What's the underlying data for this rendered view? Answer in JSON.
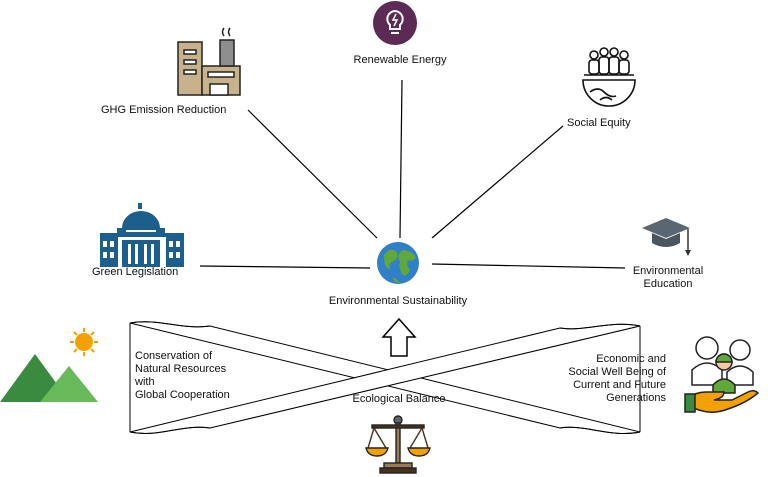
{
  "diagram": {
    "center": {
      "label": "Environmental Sustainability",
      "icon": "globe-icon"
    },
    "nodes": [
      {
        "id": "renewable-energy",
        "label": "Renewable Energy",
        "icon": "lightbulb-icon"
      },
      {
        "id": "ghg-emission-reduction",
        "label": "GHG Emission Reduction",
        "icon": "factory-icon"
      },
      {
        "id": "social-equity",
        "label": "Social Equity",
        "icon": "people-globe-icon"
      },
      {
        "id": "green-legislation",
        "label": "Green Legislation",
        "icon": "capitol-building-icon"
      },
      {
        "id": "environmental-education",
        "label": "Environmental\nEducation",
        "icon": "graduation-cap-icon"
      }
    ],
    "base": {
      "left_text": "Conservation of\nNatural Resources\nwith\nGlobal Cooperation",
      "right_text": "Economic and\nSocial Well Being of\nCurrent and Future\nGenerations",
      "center_text": "Ecological Balance",
      "icons": [
        "mountains-sun-icon",
        "family-in-hand-icon",
        "balance-scale-icon",
        "up-arrow-icon"
      ]
    },
    "colors": {
      "line": "#000000",
      "bulb_circle": "#5b2a55",
      "globe_ocean": "#2f80c9",
      "globe_land": "#5fa83a",
      "mountain_dark": "#3a8a3f",
      "mountain_light": "#67b95a",
      "sun": "#f2a100",
      "building": "#1d5f8c",
      "cap": "#5b6770",
      "scale": "#4a3120"
    }
  }
}
